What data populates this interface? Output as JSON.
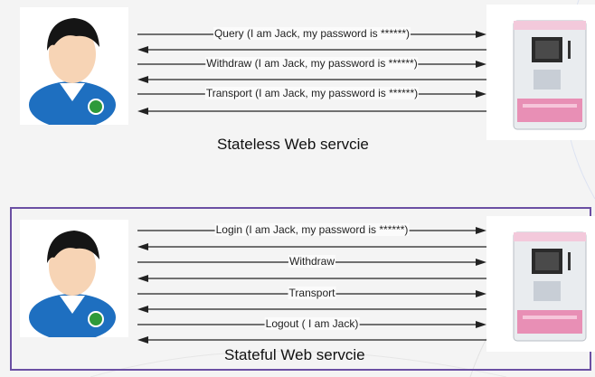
{
  "stateless": {
    "caption": "Stateless Web servcie",
    "requests": [
      {
        "label": "Query (I am Jack, my password is ******)"
      },
      {
        "label": "Withdraw (I am Jack, my password is ******)"
      },
      {
        "label": "Transport (I am Jack, my password is ******)"
      }
    ]
  },
  "stateful": {
    "caption": "Stateful Web servcie",
    "requests": [
      {
        "label": "Login (I am Jack, my password is ******)"
      },
      {
        "label": "Withdraw"
      },
      {
        "label": "Transport"
      },
      {
        "label": "Logout ( I am Jack)"
      }
    ]
  },
  "colors": {
    "frame": "#6b4fa3",
    "arrow": "#222222",
    "user_shirt": "#1e6fc0",
    "atm_accent": "#e88fb5"
  },
  "icons": [
    "user-avatar-icon",
    "atm-machine-icon"
  ]
}
